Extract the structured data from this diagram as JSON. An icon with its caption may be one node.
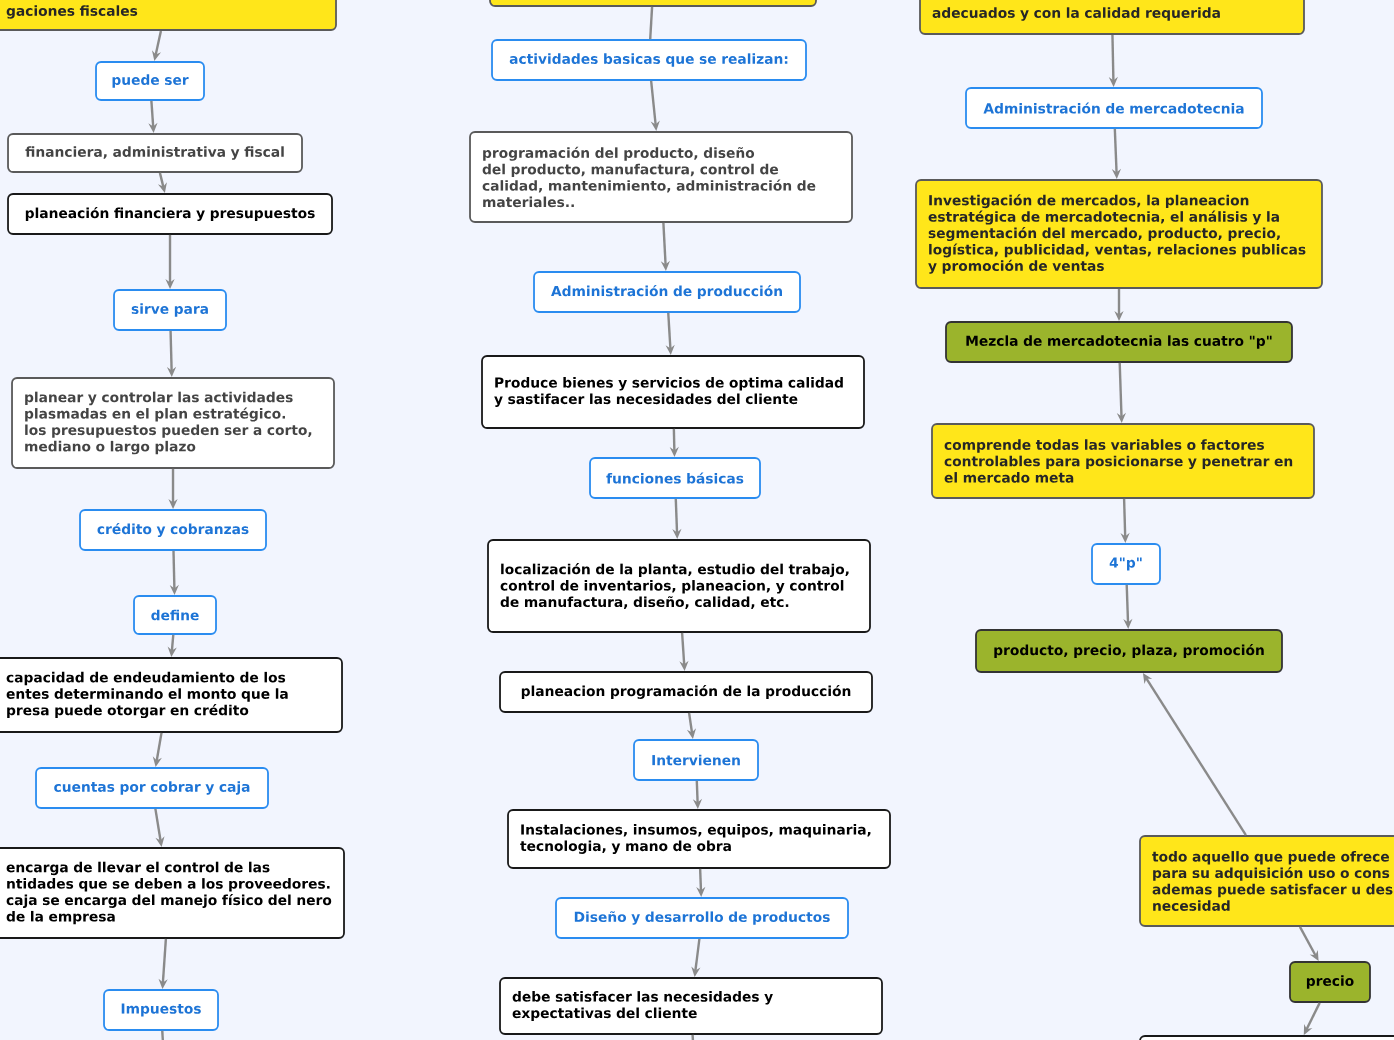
{
  "diagram": {
    "nodes": [
      {
        "text": [
          "gaciones fiscales"
        ]
      },
      {
        "text": [
          "puede ser"
        ]
      },
      {
        "text": [
          "financiera, administrativa y fiscal"
        ]
      },
      {
        "text": [
          "planeación financiera y presupuestos"
        ]
      },
      {
        "text": [
          "sirve para"
        ]
      },
      {
        "text": [
          "planear y controlar las actividades plasmadas en el plan estratégico. los presupuestos pueden ser a corto, mediano o largo plazo"
        ]
      },
      {
        "text": [
          "crédito y cobranzas"
        ]
      },
      {
        "text": [
          "define"
        ]
      },
      {
        "text": [
          "capacidad de endeudamiento de los entes determinando el monto que la presa puede otorgar en crédito"
        ]
      },
      {
        "text": [
          "cuentas por cobrar y caja"
        ]
      },
      {
        "text": [
          "encarga de llevar el control de las ntidades que se deben a los proveedores. caja se encarga del manejo físico del nero de la empresa"
        ]
      },
      {
        "text": [
          "Impuestos"
        ]
      },
      {
        "text": [],
        "shape": "box"
      },
      {
        "text": [
          "actividades basicas que se realizan:"
        ]
      },
      {
        "text": [
          "programación del producto, diseño del producto, manufactura, control de calidad, mantenimiento, administración de materiales.."
        ]
      },
      {
        "text": [
          "Administración de producción"
        ]
      },
      {
        "text": [
          "Produce bienes y servicios de optima calidad y sastifacer las necesidades del cliente"
        ]
      },
      {
        "text": [
          "funciones básicas"
        ]
      },
      {
        "text": [
          "localización de la planta, estudio del trabajo, control de inventarios, planeacion, y control de manufactura, diseño, calidad, etc."
        ]
      },
      {
        "text": [
          "planeacion programación de la producción"
        ]
      },
      {
        "text": [
          "Intervienen"
        ]
      },
      {
        "text": [
          "Instalaciones, insumos, equipos, maquinaria, tecnologia, y mano de obra"
        ]
      },
      {
        "text": [
          "Diseño y desarrollo de productos"
        ]
      },
      {
        "text": [
          "debe satisfacer las necesidades y expectativas del cliente"
        ]
      },
      {
        "text": [
          "adecuados y con la calidad requerida"
        ]
      },
      {
        "text": [
          "Administración de mercadotecnia"
        ]
      },
      {
        "text": [
          "Investigación de mercados, la planeacion estratégica de mercadotecnia, el análisis y la segmentación del mercado, producto, precio, logística, publicidad, ventas, relaciones publicas y promoción de ventas"
        ]
      },
      {
        "text": [
          "Mezcla de mercadotecnia las cuatro \"p\""
        ]
      },
      {
        "text": [
          "comprende todas las variables o factores controlables para posicionarse y penetrar en el mercado meta"
        ]
      },
      {
        "text": [
          "4\"p\""
        ]
      },
      {
        "text": [
          "producto, precio, plaza, promoción"
        ]
      },
      {
        "text": [
          "todo aquello que puede ofrece para su adquisición uso o cons ademas puede satisfacer u des necesidad"
        ]
      },
      {
        "text": [
          "precio"
        ]
      },
      {
        "text": [],
        "shape": "box"
      }
    ],
    "edges": [
      {
        "from": 0,
        "to": 1,
        "arrow": "to"
      },
      {
        "from": 1,
        "to": 2,
        "arrow": "to"
      },
      {
        "from": 2,
        "to": 3,
        "arrow": "to"
      },
      {
        "from": 3,
        "to": 4,
        "arrow": "to"
      },
      {
        "from": 4,
        "to": 5,
        "arrow": "to"
      },
      {
        "from": 5,
        "to": 6,
        "arrow": "to"
      },
      {
        "from": 6,
        "to": 7,
        "arrow": "to"
      },
      {
        "from": 7,
        "to": 8,
        "arrow": "to"
      },
      {
        "from": 8,
        "to": 9,
        "arrow": "to"
      },
      {
        "from": 9,
        "to": 10,
        "arrow": "to"
      },
      {
        "from": 10,
        "to": 11,
        "arrow": "to"
      },
      {
        "from": 11,
        "to": null,
        "arrow": "none"
      },
      {
        "from": 12,
        "to": 13,
        "arrow": "none"
      },
      {
        "from": 13,
        "to": 14,
        "arrow": "to"
      },
      {
        "from": 14,
        "to": 15,
        "arrow": "to"
      },
      {
        "from": 15,
        "to": 16,
        "arrow": "to"
      },
      {
        "from": 16,
        "to": 17,
        "arrow": "to"
      },
      {
        "from": 17,
        "to": 18,
        "arrow": "to"
      },
      {
        "from": 18,
        "to": 19,
        "arrow": "to"
      },
      {
        "from": 19,
        "to": 20,
        "arrow": "to"
      },
      {
        "from": 20,
        "to": 21,
        "arrow": "to"
      },
      {
        "from": 21,
        "to": 22,
        "arrow": "to"
      },
      {
        "from": 22,
        "to": 23,
        "arrow": "to"
      },
      {
        "from": 23,
        "to": null,
        "arrow": "none"
      },
      {
        "from": 24,
        "to": 25,
        "arrow": "to"
      },
      {
        "from": 25,
        "to": 26,
        "arrow": "to"
      },
      {
        "from": 26,
        "to": 27,
        "arrow": "to"
      },
      {
        "from": 27,
        "to": 28,
        "arrow": "to"
      },
      {
        "from": 28,
        "to": 29,
        "arrow": "to"
      },
      {
        "from": 29,
        "to": 30,
        "arrow": "to"
      },
      {
        "from": 31,
        "to": 30,
        "arrow": "to"
      },
      {
        "from": 31,
        "to": 32,
        "arrow": "to"
      },
      {
        "from": 32,
        "to": 33,
        "arrow": "to"
      }
    ]
  }
}
